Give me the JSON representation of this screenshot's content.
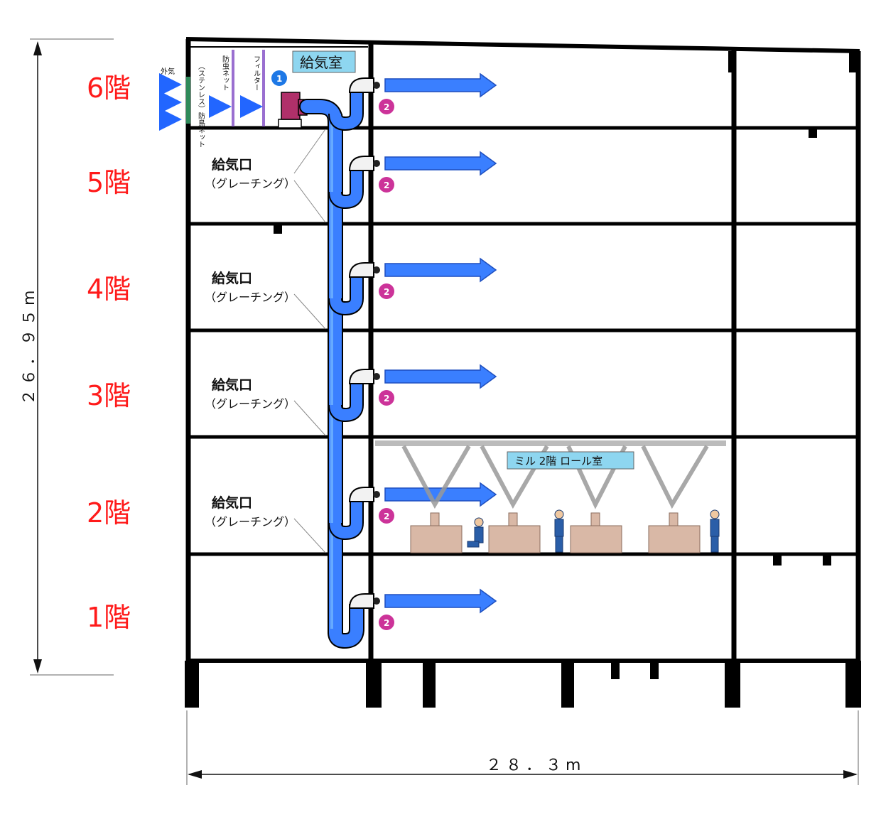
{
  "floors": [
    {
      "label": "6階",
      "has_inlet": false
    },
    {
      "label": "5階",
      "has_inlet": true
    },
    {
      "label": "4階",
      "has_inlet": true
    },
    {
      "label": "3階",
      "has_inlet": true
    },
    {
      "label": "2階",
      "has_inlet": true
    },
    {
      "label": "1階",
      "has_inlet": false
    }
  ],
  "inlet": {
    "title": "給気口",
    "subtitle": "（グレーチング）"
  },
  "supply_room_label": "給気室",
  "roll_room_label": "ミル 2階 ロール室",
  "intake": {
    "outside_air": "外気",
    "stainless_net": "（ステンレス）防鳥ネット",
    "insect_net": "防虫ネット",
    "filter": "フィルター"
  },
  "badges": {
    "fan": "1",
    "outlet": "2"
  },
  "dimensions": {
    "height": "２６．９５m",
    "width": "２８．３m"
  },
  "colors": {
    "floor_label": "#ff1a1a",
    "duct": "#3a7fff",
    "duct_light": "#66aaff",
    "badge_fan": "#1e78e6",
    "badge_outlet": "#cc3399",
    "room_label_bg": "#8ed6f0",
    "fan_body": "#b0306a"
  }
}
